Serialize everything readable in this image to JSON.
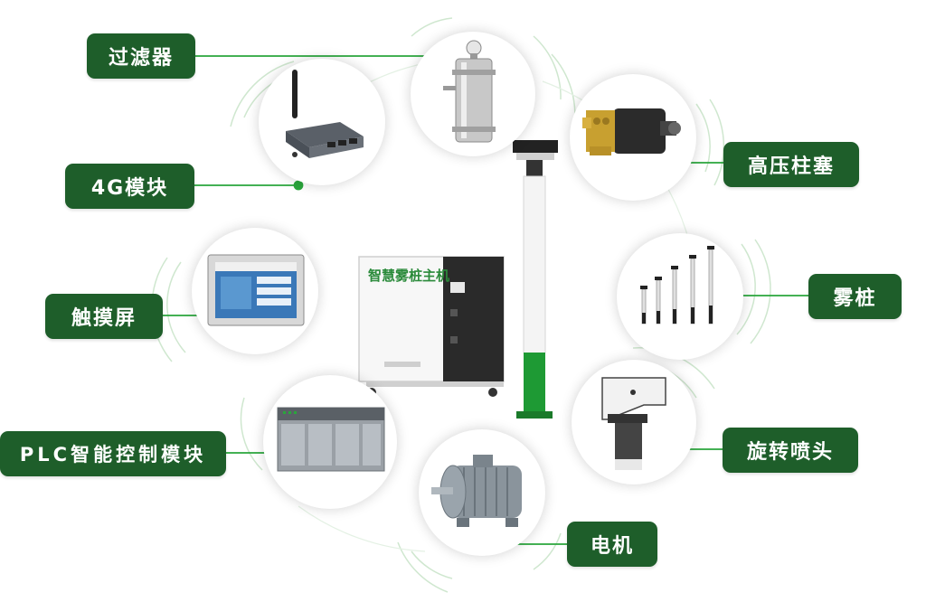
{
  "colors": {
    "label_bg": "#1e5e2a",
    "label_text": "#ffffff",
    "accent_green": "#2aa63c",
    "connector": "#2aa63c"
  },
  "machine": {
    "brand_text": "智慧雾桩主机"
  },
  "components": [
    {
      "id": "filter",
      "label": "过滤器",
      "icon": "filter-icon"
    },
    {
      "id": "pump",
      "label": "高压柱塞",
      "icon": "plunger-pump-icon"
    },
    {
      "id": "module4g",
      "label": "4G模块",
      "icon": "router-4g-icon"
    },
    {
      "id": "mistpost",
      "label": "雾桩",
      "icon": "mist-post-icon"
    },
    {
      "id": "touchscreen",
      "label": "触摸屏",
      "icon": "touchscreen-icon"
    },
    {
      "id": "nozzle",
      "label": "旋转喷头",
      "icon": "rotary-nozzle-icon"
    },
    {
      "id": "plc",
      "label": "PLC智能控制模块",
      "icon": "plc-module-icon"
    },
    {
      "id": "motor",
      "label": "电机",
      "icon": "motor-icon"
    }
  ]
}
